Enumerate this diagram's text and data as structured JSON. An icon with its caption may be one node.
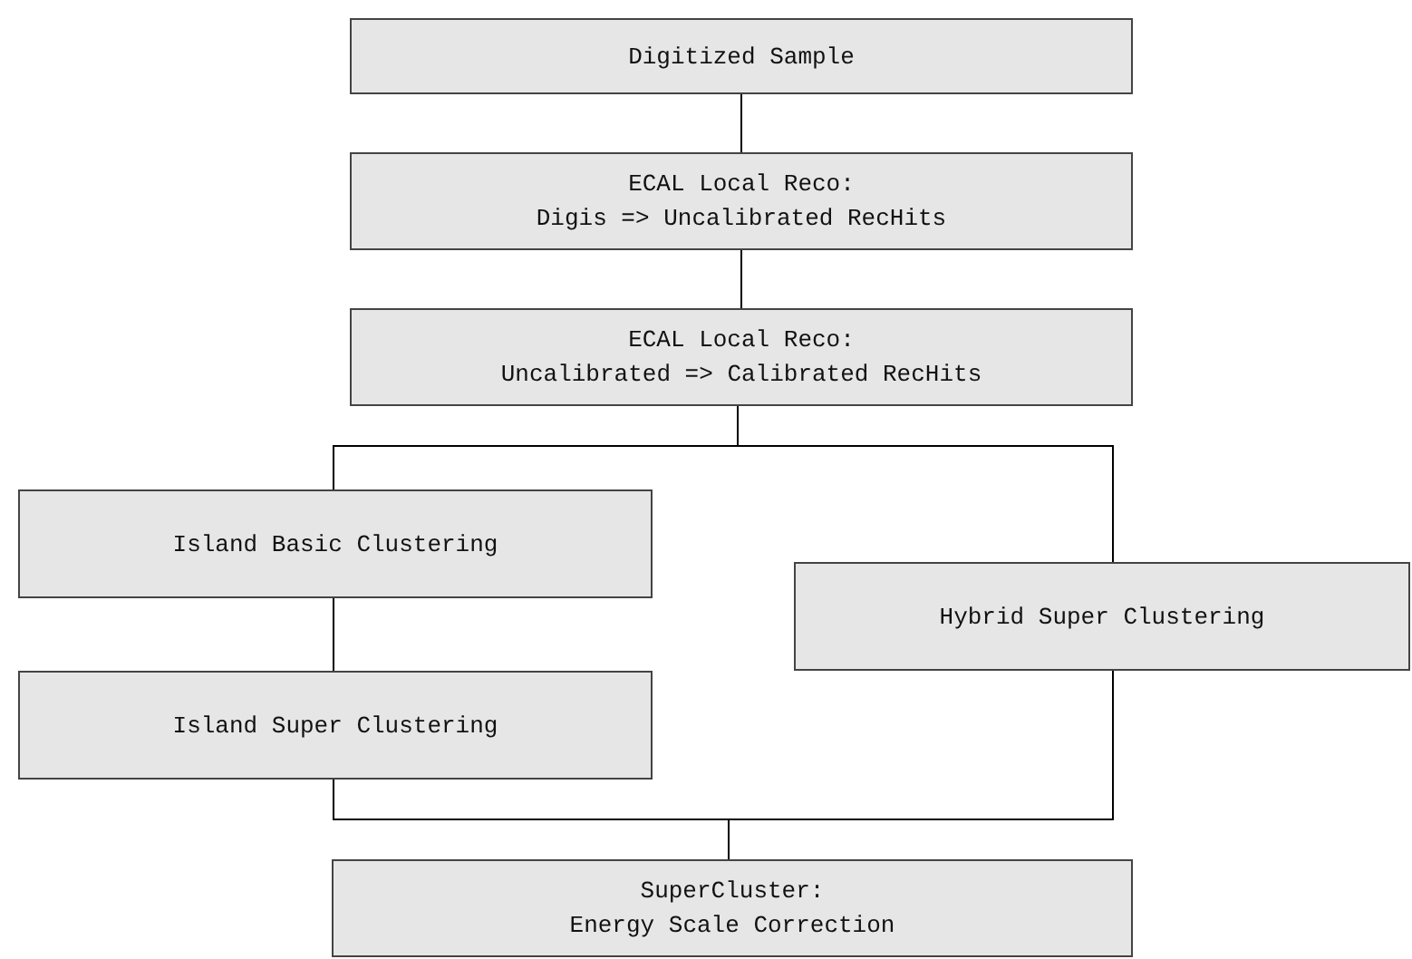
{
  "diagram": {
    "nodes": [
      {
        "text": [
          "Digitized Sample"
        ]
      },
      {
        "text": [
          "ECAL Local Reco:",
          "Digis => Uncalibrated RecHits"
        ]
      },
      {
        "text": [
          "ECAL Local Reco:",
          "Uncalibrated => Calibrated RecHits"
        ]
      },
      {
        "text": [
          "Island Basic Clustering"
        ]
      },
      {
        "text": [
          "Hybrid Super Clustering"
        ]
      },
      {
        "text": [
          "Island Super Clustering"
        ]
      },
      {
        "text": [
          "SuperCluster:",
          "Energy Scale Correction"
        ]
      }
    ],
    "edges": [
      {
        "from": 0,
        "to": 1,
        "arrow": "none"
      },
      {
        "from": 1,
        "to": 2,
        "arrow": "none"
      },
      {
        "from": 2,
        "to": 3,
        "arrow": "none"
      },
      {
        "from": 2,
        "to": 4,
        "arrow": "none"
      },
      {
        "from": 3,
        "to": 5,
        "arrow": "none"
      },
      {
        "from": 5,
        "to": 6,
        "arrow": "none"
      },
      {
        "from": 4,
        "to": 6,
        "arrow": "none"
      }
    ]
  }
}
